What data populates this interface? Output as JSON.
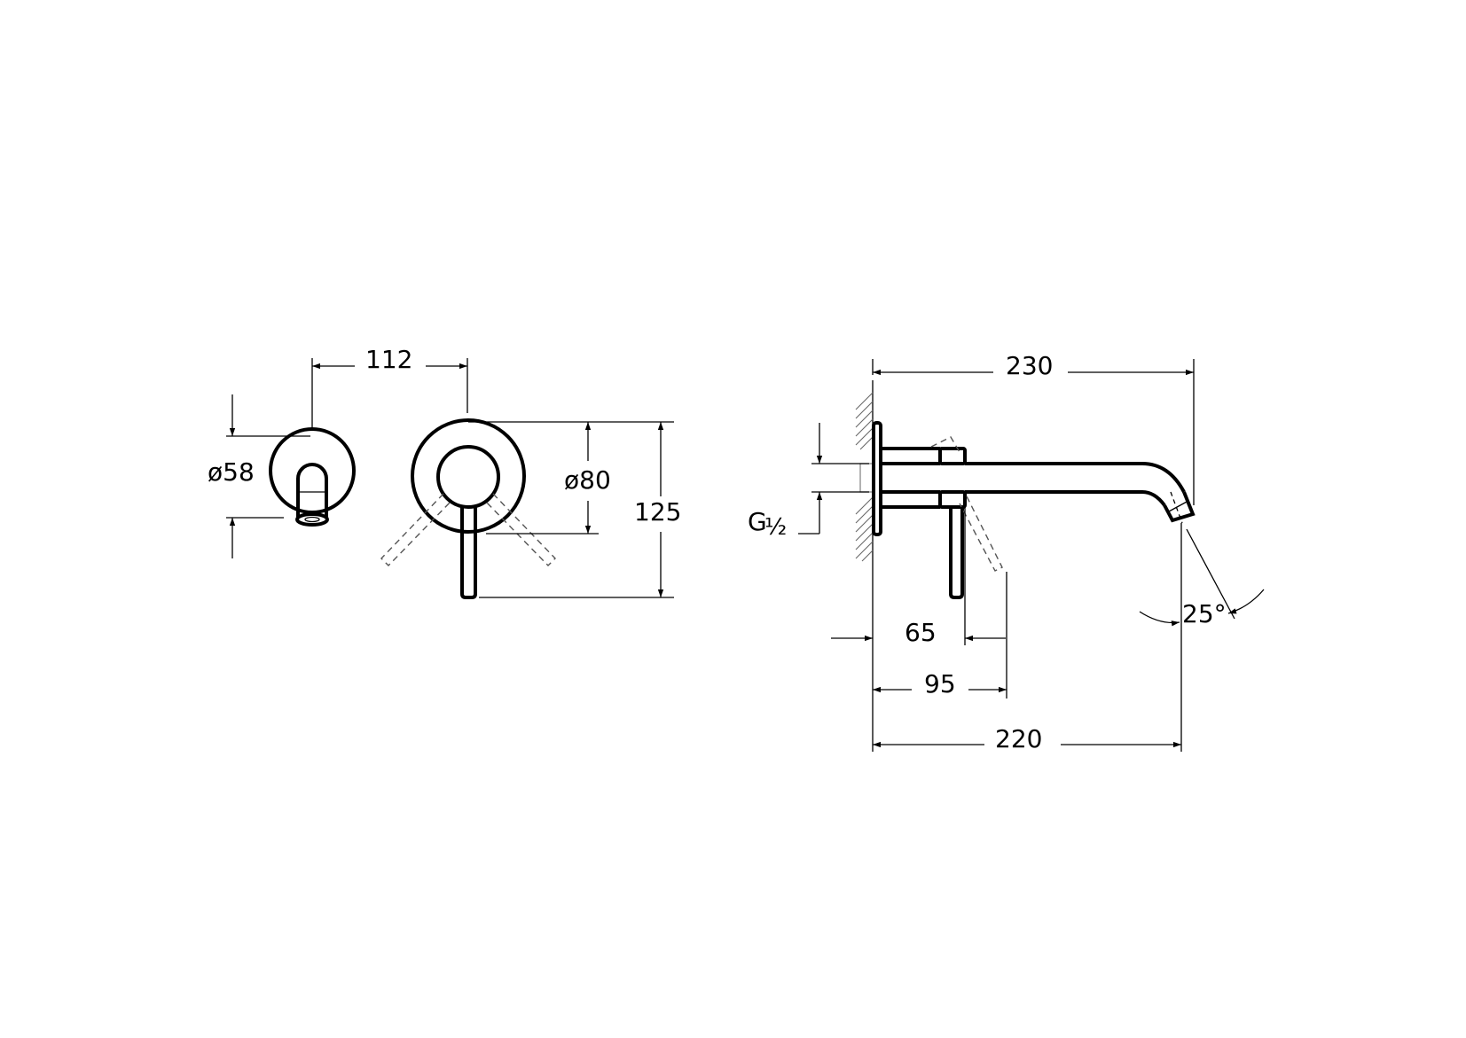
{
  "drawing": {
    "title": "Wall-mounted basin mixer technical drawing",
    "stroke_color": "#000000",
    "background": "#ffffff",
    "front_view": {
      "dim_112": "112",
      "dim_d58": "ø58",
      "dim_d80": "ø80",
      "dim_125": "125"
    },
    "side_view": {
      "dim_230": "230",
      "dim_thread_g": "G",
      "dim_thread_frac": "½",
      "dim_65": "65",
      "dim_95": "95",
      "dim_220": "220",
      "dim_angle": "25°"
    }
  }
}
